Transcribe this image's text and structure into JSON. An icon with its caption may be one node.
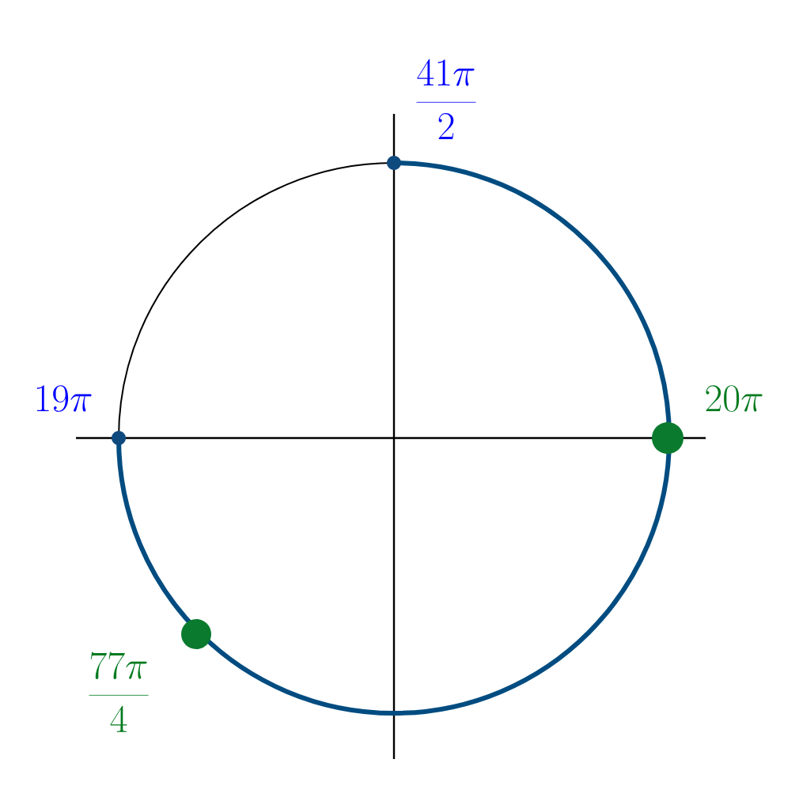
{
  "diagram": {
    "nodes": [
      {
        "text": [],
        "shape": "circle",
        "beside": [
          "\\frac{41\\pi}{2}"
        ]
      },
      {
        "text": [],
        "shape": "circle",
        "beside": [
          "19\\pi"
        ]
      },
      {
        "text": [],
        "shape": "circle",
        "beside": [
          "20\\pi"
        ]
      },
      {
        "text": [],
        "shape": "circle",
        "beside": [
          "\\frac{77\\pi}{4}"
        ]
      }
    ]
  }
}
